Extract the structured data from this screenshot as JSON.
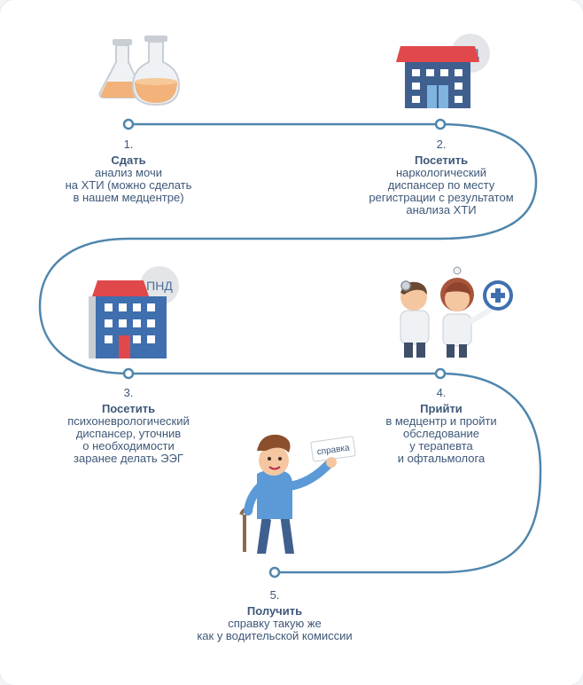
{
  "steps": [
    {
      "number": "1.",
      "title": "Сдать",
      "text": [
        "анализ мочи",
        "на ХТИ (можно сделать",
        "в нашем медцентре)"
      ]
    },
    {
      "number": "2.",
      "title": "Посетить",
      "text": [
        "наркологический",
        "диспансер по месту",
        "регистрации с результатом",
        "анализа ХТИ"
      ]
    },
    {
      "number": "3.",
      "title": "Посетить",
      "text": [
        "психоневрологический",
        "диспансер, уточнив",
        "о необходимости",
        "заранее делать ЭЭГ"
      ]
    },
    {
      "number": "4.",
      "title": "Прийти",
      "text": [
        "в медцентр и пройти",
        "обследование",
        "у терапевта",
        "и офтальмолога"
      ]
    },
    {
      "number": "5.",
      "title": "Получить",
      "text": [
        "справку такую же",
        "как у водительской комиссии"
      ]
    }
  ],
  "badges": {
    "narco": "НД",
    "psycho": "ПНД"
  },
  "certificate_label": "справка",
  "colors": {
    "path": "#4f86ad",
    "text": "#3e5879",
    "roof": "#e0484b",
    "building": "#3f5f8f"
  }
}
